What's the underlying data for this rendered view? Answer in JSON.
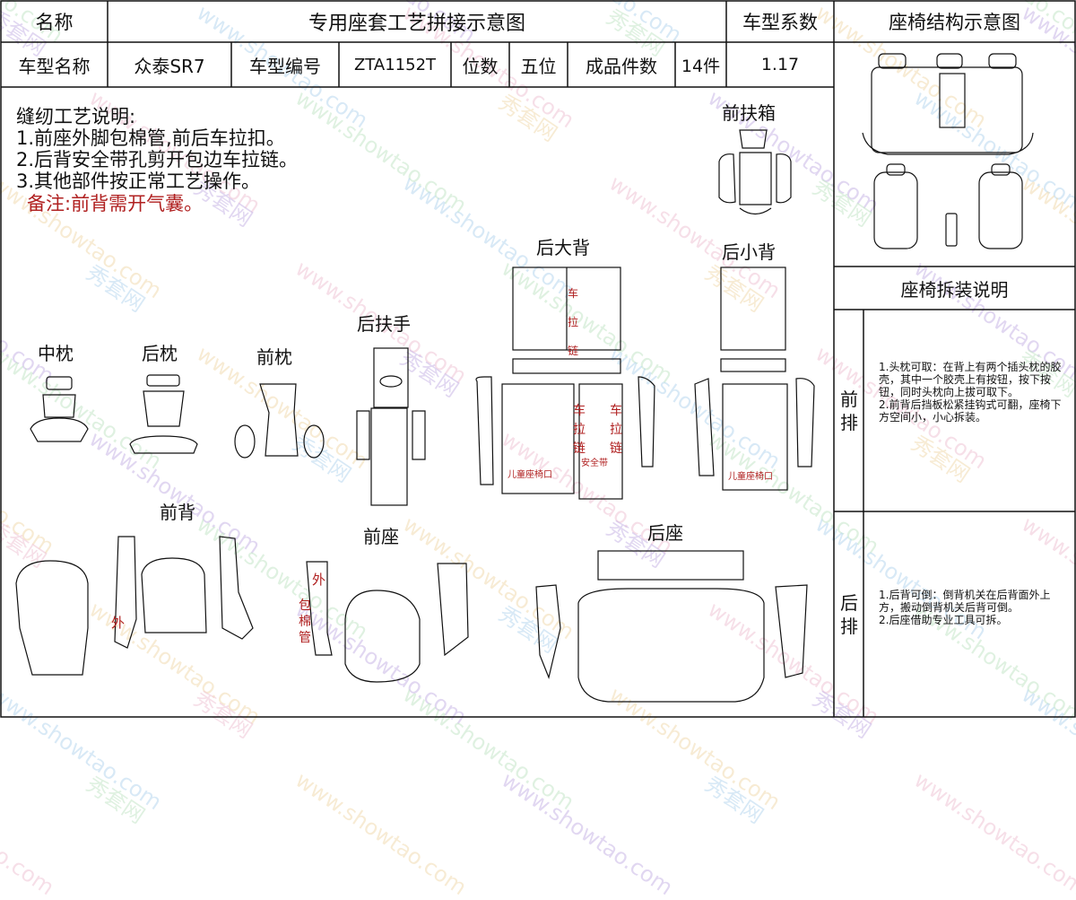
{
  "header": {
    "name_label": "名称",
    "title": "专用座套工艺拼接示意图",
    "coef_label": "车型系数",
    "struct_title": "座椅结构示意图"
  },
  "info": {
    "model_name_label": "车型名称",
    "model_name": "众泰SR7",
    "model_code_label": "车型编号",
    "model_code": "ZTA1152T",
    "seats_label": "位数",
    "seats": "五位",
    "pieces_label": "成品件数",
    "pieces": "14件",
    "coef": "1.17"
  },
  "process": {
    "title": "缝纫工艺说明:",
    "items": [
      "1.前座外脚包棉管,前后车拉扣。",
      "2.后背安全带孔剪开包边车拉链。",
      "3.其他部件按正常工艺操作。"
    ],
    "note": "备注:前背需开气囊。"
  },
  "parts": {
    "front_armrest_box": "前扶箱",
    "rear_big_back": "后大背",
    "rear_small_back": "后小背",
    "rear_armrest": "后扶手",
    "middle_headrest": "中枕",
    "rear_headrest": "后枕",
    "front_headrest": "前枕",
    "front_back": "前背",
    "front_seat": "前座",
    "rear_seat": "后座"
  },
  "annotations": {
    "che": "车",
    "la": "拉",
    "lian": "链",
    "wai": "外",
    "bao": "包",
    "mian": "棉",
    "guan": "管",
    "child_seat": "儿童座椅口",
    "safety_belt": "安全带"
  },
  "side": {
    "disassembly_title": "座椅拆装说明",
    "front_row_label": "前排",
    "front_row_text": "1.头枕可取：在背上有两个插头枕的胶壳，其中一个胶壳上有按钮，按下按钮，同时头枕向上拔可取下。\n2.前背后挡板松紧挂钩式可翻，座椅下方空间小，小心拆装。",
    "rear_row_label": "后排",
    "rear_row_text": "1.后背可倒：倒背机关在后背面外上方，搬动倒背机关后背可倒。\n2.后座借助专业工具可拆。"
  },
  "watermark": {
    "text1": "www.showtao.com",
    "text2": "秀套网"
  }
}
